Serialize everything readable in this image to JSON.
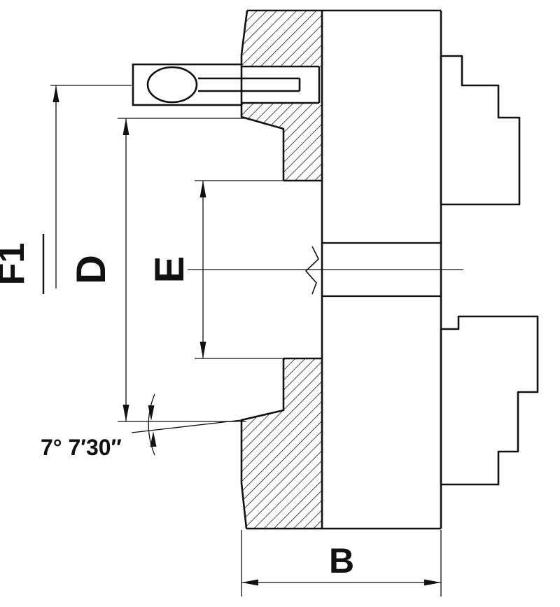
{
  "drawing": {
    "type": "lathe-chuck-cross-section",
    "labels": {
      "f1": "F1",
      "d": "D",
      "e": "E",
      "b": "B",
      "angle": "7° 7′30″"
    },
    "colors": {
      "line": "#111111",
      "background": "#ffffff"
    }
  }
}
